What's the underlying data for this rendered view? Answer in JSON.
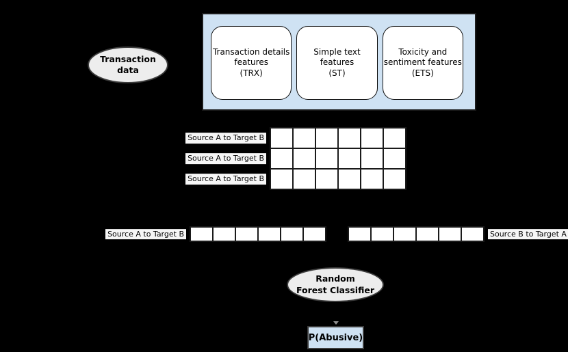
{
  "background": "#000000",
  "colors": {
    "panel_fill": "#cfe2f3",
    "node_fill": "#ededed",
    "output_fill": "#cfe2f3",
    "cell_fill": "#ffffff"
  },
  "nodes": {
    "transaction_data": {
      "label": "Transaction data"
    },
    "classifier": {
      "label": "Random\nForest Classifier"
    },
    "output": {
      "label": "P(Abusive)"
    }
  },
  "features_panel": {
    "boxes": [
      {
        "id": "trx",
        "label": "Transaction details\nfeatures\n(TRX)"
      },
      {
        "id": "st",
        "label": "Simple text features\n(ST)"
      },
      {
        "id": "ets",
        "label": "Toxicity and\nsentiment features\n(ETS)"
      }
    ]
  },
  "feature_matrix": {
    "rows": [
      {
        "label": "Source A to Target B",
        "cells": 6
      },
      {
        "label": "Source A to Target B",
        "cells": 6
      },
      {
        "label": "Source A to Target B",
        "cells": 6
      }
    ]
  },
  "feature_vectors": [
    {
      "label": "Source A to Target B",
      "cells": 6,
      "label_side": "left"
    },
    {
      "label": "Source B to Target A",
      "cells": 6,
      "label_side": "right"
    }
  ]
}
